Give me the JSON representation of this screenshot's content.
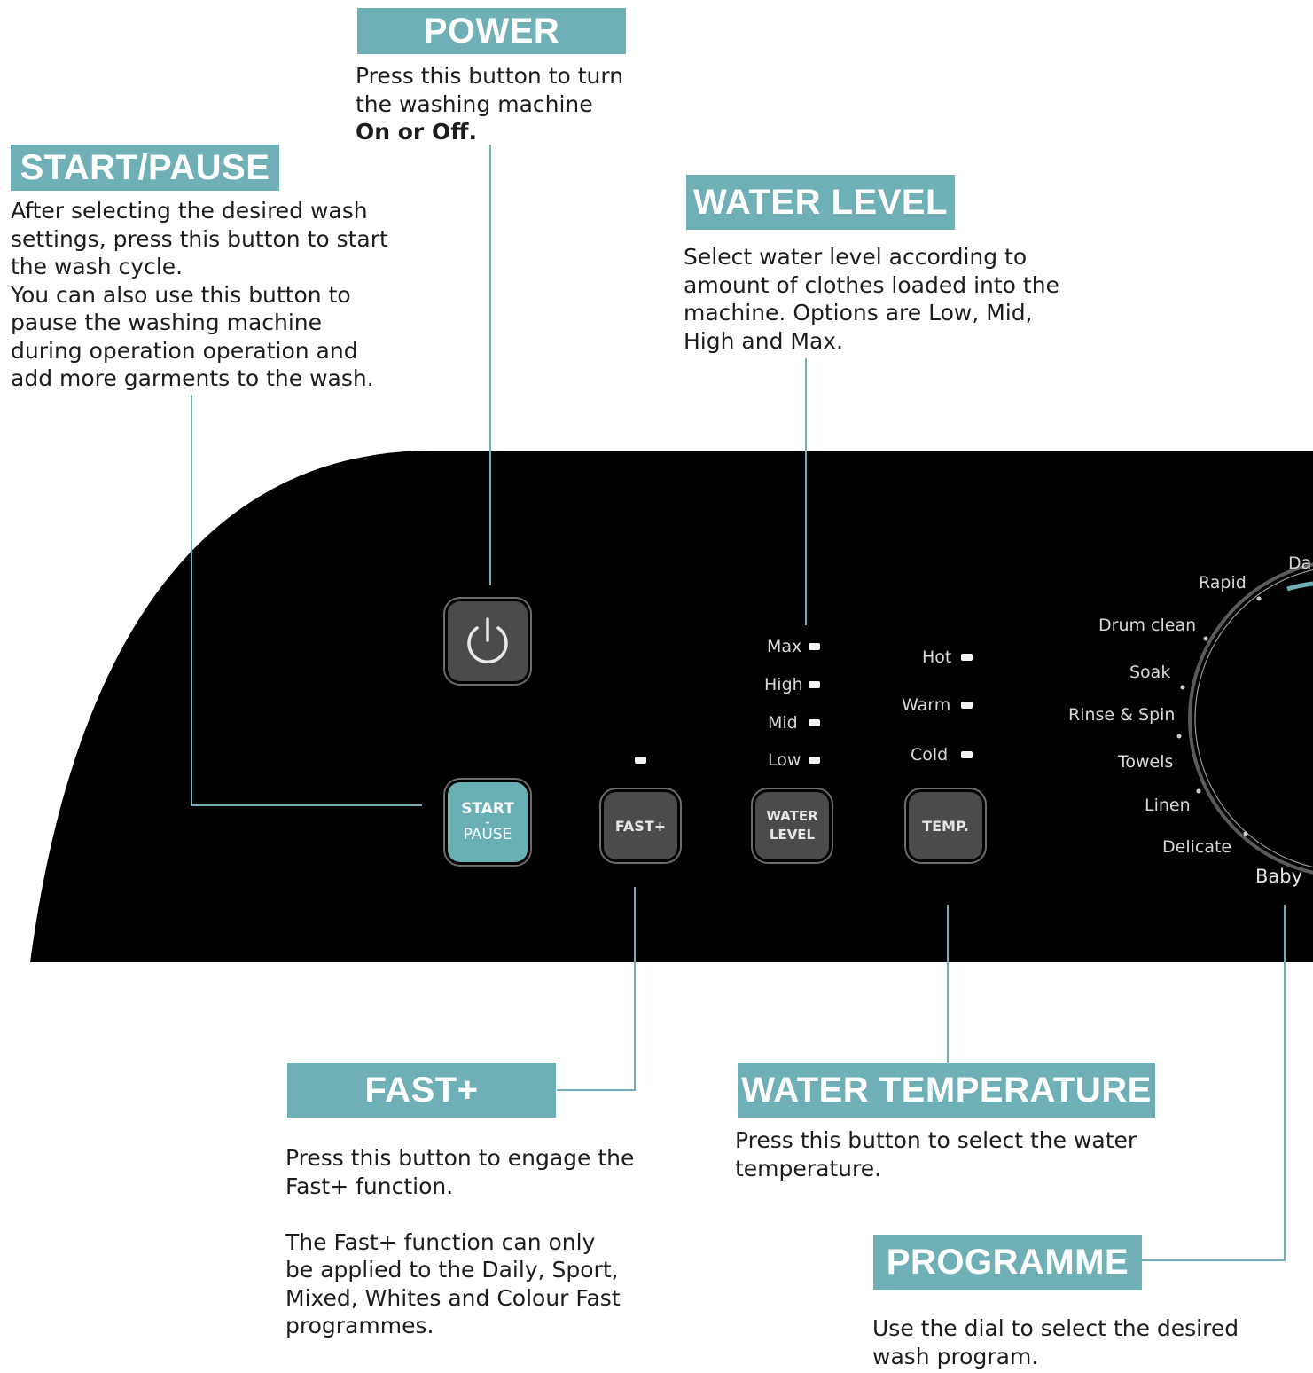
{
  "colors": {
    "accent": "#6fb0b6",
    "panel": "#000000",
    "button": "#4b4b4b",
    "led": "#f2f2f2"
  },
  "power": {
    "title": "POWER",
    "text_1": "Press this button to turn",
    "text_2": "the washing machine",
    "text_bold": "On or Off."
  },
  "start_pause": {
    "title": "START/PAUSE",
    "lines": [
      "After selecting the desired wash",
      "settings, press this button to start",
      "the wash cycle.",
      "You can also use this button to",
      "pause the washing machine",
      "during operation operation and",
      "add more garments to the wash."
    ]
  },
  "water_level": {
    "title": "WATER LEVEL",
    "lines": [
      "Select water level according to",
      "amount of clothes loaded into the",
      "machine. Options are Low, Mid,",
      "High and Max."
    ]
  },
  "fast": {
    "title": "FAST+",
    "lines_1": [
      "Press this button to engage the",
      "Fast+ function."
    ],
    "lines_2": [
      "The Fast+ function can only",
      "be applied to the Daily, Sport,",
      "Mixed, Whites and Colour Fast",
      "programmes."
    ]
  },
  "water_temperature": {
    "title": "WATER TEMPERATURE",
    "lines": [
      "Press this button to select the water",
      "temperature."
    ]
  },
  "programme": {
    "title": "PROGRAMME",
    "lines": [
      "Use the dial to select the desired",
      "wash program."
    ]
  },
  "panel": {
    "icon": "power-icon",
    "start_top": "START",
    "start_dash": "-",
    "start_bottom": "PAUSE",
    "fast_label": "FAST+",
    "water_top": "WATER",
    "water_bottom": "LEVEL",
    "temp_label": "TEMP.",
    "levels": [
      "Max",
      "High",
      "Mid",
      "Low"
    ],
    "temps": [
      "Hot",
      "Warm",
      "Cold"
    ],
    "programs": [
      "Rapid",
      "Drum clean",
      "Soak",
      "Rinse & Spin",
      "Towels",
      "Linen",
      "Delicate",
      "Baby",
      "Da"
    ]
  }
}
